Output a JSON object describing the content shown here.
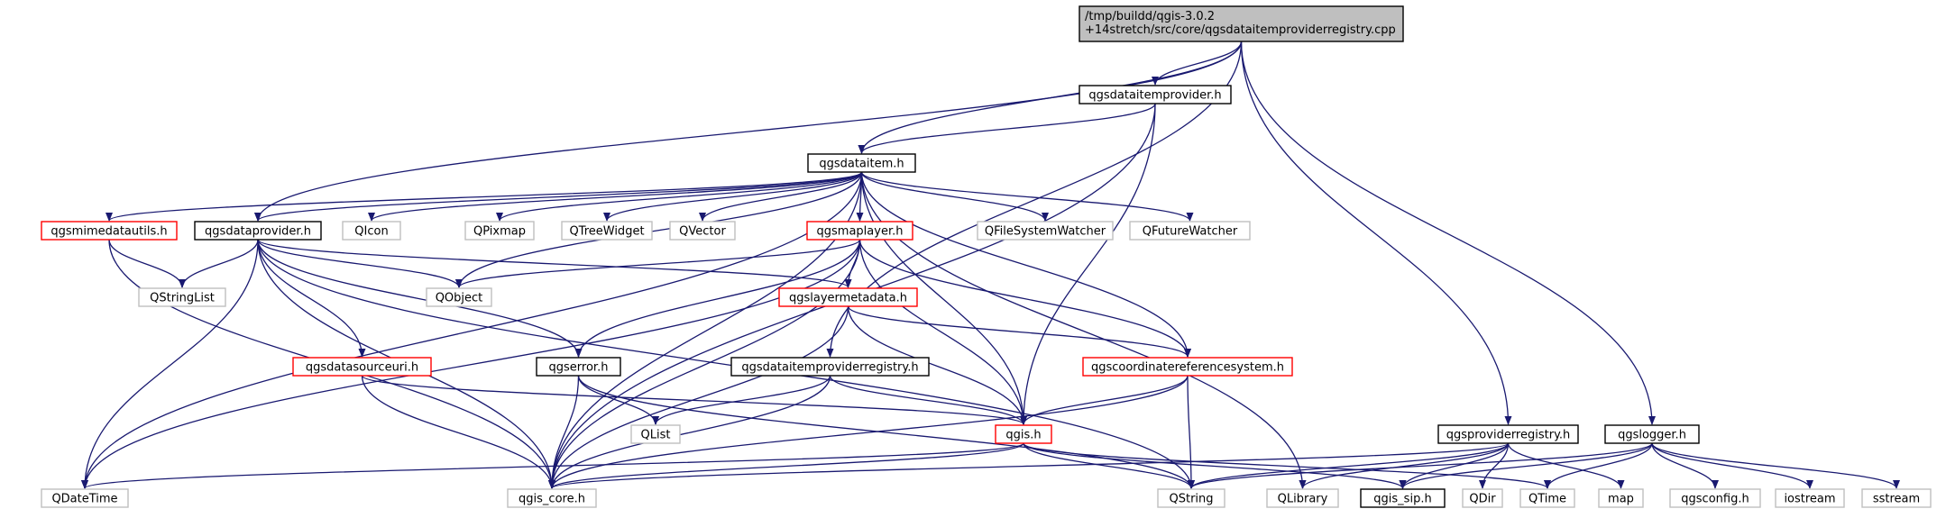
{
  "colors": {
    "edge": "#191970",
    "border_normal": "#000000",
    "border_red": "#ff0000",
    "border_gray": "#bfbfbf",
    "root_fill": "#bfbfbf",
    "node_fill": "#ffffff"
  },
  "nodes": [
    {
      "id": "root",
      "lines": [
        "/tmp/buildd/qgis-3.0.2",
        "+14stretch/src/core/qgsdataitemproviderregistry.cpp"
      ],
      "style": "root"
    },
    {
      "id": "qgsdataitemprovider_h",
      "lines": [
        "qgsdataitemprovider.h"
      ],
      "style": "normal"
    },
    {
      "id": "qgsdataitem_h",
      "lines": [
        "qgsdataitem.h"
      ],
      "style": "normal"
    },
    {
      "id": "qgsmimedatautils_h",
      "lines": [
        "qgsmimedatautils.h"
      ],
      "style": "red"
    },
    {
      "id": "qgsdataprovider_h",
      "lines": [
        "qgsdataprovider.h"
      ],
      "style": "normal"
    },
    {
      "id": "QIcon",
      "lines": [
        "QIcon"
      ],
      "style": "gray"
    },
    {
      "id": "QPixmap",
      "lines": [
        "QPixmap"
      ],
      "style": "gray"
    },
    {
      "id": "QTreeWidget",
      "lines": [
        "QTreeWidget"
      ],
      "style": "gray"
    },
    {
      "id": "QVector",
      "lines": [
        "QVector"
      ],
      "style": "gray"
    },
    {
      "id": "qgsmaplayer_h",
      "lines": [
        "qgsmaplayer.h"
      ],
      "style": "red"
    },
    {
      "id": "QFileSystemWatcher",
      "lines": [
        "QFileSystemWatcher"
      ],
      "style": "gray"
    },
    {
      "id": "QFutureWatcher",
      "lines": [
        "QFutureWatcher"
      ],
      "style": "gray"
    },
    {
      "id": "QStringList",
      "lines": [
        "QStringList"
      ],
      "style": "gray"
    },
    {
      "id": "QObject",
      "lines": [
        "QObject"
      ],
      "style": "gray"
    },
    {
      "id": "qgslayermetadata_h",
      "lines": [
        "qgslayermetadata.h"
      ],
      "style": "red"
    },
    {
      "id": "qgsdatasourceuri_h",
      "lines": [
        "qgsdatasourceuri.h"
      ],
      "style": "red"
    },
    {
      "id": "qgserror_h",
      "lines": [
        "qgserror.h"
      ],
      "style": "normal"
    },
    {
      "id": "qgsdataitemproviderregistry_h",
      "lines": [
        "qgsdataitemproviderregistry.h"
      ],
      "style": "normal"
    },
    {
      "id": "qgscoordinatereferencesystem_h",
      "lines": [
        "qgscoordinatereferencesystem.h"
      ],
      "style": "red"
    },
    {
      "id": "QList",
      "lines": [
        "QList"
      ],
      "style": "gray"
    },
    {
      "id": "qgis_h",
      "lines": [
        "qgis.h"
      ],
      "style": "red"
    },
    {
      "id": "qgsproviderregistry_h",
      "lines": [
        "qgsproviderregistry.h"
      ],
      "style": "normal"
    },
    {
      "id": "qgslogger_h",
      "lines": [
        "qgslogger.h"
      ],
      "style": "normal"
    },
    {
      "id": "QDateTime",
      "lines": [
        "QDateTime"
      ],
      "style": "gray"
    },
    {
      "id": "qgis_core_h",
      "lines": [
        "qgis_core.h"
      ],
      "style": "gray"
    },
    {
      "id": "QString",
      "lines": [
        "QString"
      ],
      "style": "gray"
    },
    {
      "id": "QLibrary",
      "lines": [
        "QLibrary"
      ],
      "style": "gray"
    },
    {
      "id": "qgis_sip_h",
      "lines": [
        "qgis_sip.h"
      ],
      "style": "normal"
    },
    {
      "id": "QDir",
      "lines": [
        "QDir"
      ],
      "style": "gray"
    },
    {
      "id": "QTime",
      "lines": [
        "QTime"
      ],
      "style": "gray"
    },
    {
      "id": "map",
      "lines": [
        "map"
      ],
      "style": "gray"
    },
    {
      "id": "qgsconfig_h",
      "lines": [
        "qgsconfig.h"
      ],
      "style": "gray"
    },
    {
      "id": "iostream",
      "lines": [
        "iostream"
      ],
      "style": "gray"
    },
    {
      "id": "sstream",
      "lines": [
        "sstream"
      ],
      "style": "gray"
    }
  ],
  "edges": [
    [
      "root",
      "qgsdataitemprovider_h"
    ],
    [
      "root",
      "qgsdataitem_h"
    ],
    [
      "root",
      "qgsdataprovider_h"
    ],
    [
      "root",
      "qgsdataitemproviderregistry_h"
    ],
    [
      "root",
      "qgsproviderregistry_h"
    ],
    [
      "root",
      "qgslogger_h"
    ],
    [
      "qgsdataitemprovider_h",
      "qgsdataitem_h"
    ],
    [
      "qgsdataitemprovider_h",
      "qgis_core_h"
    ],
    [
      "qgsdataitemprovider_h",
      "qgis_h"
    ],
    [
      "qgsdataitem_h",
      "qgsmimedatautils_h"
    ],
    [
      "qgsdataitem_h",
      "qgsdataprovider_h"
    ],
    [
      "qgsdataitem_h",
      "QIcon"
    ],
    [
      "qgsdataitem_h",
      "QPixmap"
    ],
    [
      "qgsdataitem_h",
      "QTreeWidget"
    ],
    [
      "qgsdataitem_h",
      "QVector"
    ],
    [
      "qgsdataitem_h",
      "qgsmaplayer_h"
    ],
    [
      "qgsdataitem_h",
      "QFileSystemWatcher"
    ],
    [
      "qgsdataitem_h",
      "QFutureWatcher"
    ],
    [
      "qgsdataitem_h",
      "QObject"
    ],
    [
      "qgsdataitem_h",
      "qgscoordinatereferencesystem_h"
    ],
    [
      "qgsdataitem_h",
      "qgis_h"
    ],
    [
      "qgsdataitem_h",
      "qgis_core_h"
    ],
    [
      "qgsdataitem_h",
      "QDateTime"
    ],
    [
      "qgsdataitem_h",
      "QLibrary"
    ],
    [
      "qgsmimedatautils_h",
      "QStringList"
    ],
    [
      "qgsmimedatautils_h",
      "qgis_core_h"
    ],
    [
      "qgsdataprovider_h",
      "QStringList"
    ],
    [
      "qgsdataprovider_h",
      "QObject"
    ],
    [
      "qgsdataprovider_h",
      "qgslayermetadata_h"
    ],
    [
      "qgsdataprovider_h",
      "qgsdatasourceuri_h"
    ],
    [
      "qgsdataprovider_h",
      "qgserror_h"
    ],
    [
      "qgsdataprovider_h",
      "QDateTime"
    ],
    [
      "qgsdataprovider_h",
      "qgis_core_h"
    ],
    [
      "qgsdataprovider_h",
      "QString"
    ],
    [
      "qgsmaplayer_h",
      "QObject"
    ],
    [
      "qgsmaplayer_h",
      "qgslayermetadata_h"
    ],
    [
      "qgsmaplayer_h",
      "qgserror_h"
    ],
    [
      "qgsmaplayer_h",
      "qgscoordinatereferencesystem_h"
    ],
    [
      "qgsmaplayer_h",
      "qgis_h"
    ],
    [
      "qgsmaplayer_h",
      "qgis_core_h"
    ],
    [
      "qgsmaplayer_h",
      "QDateTime"
    ],
    [
      "qgslayermetadata_h",
      "qgscoordinatereferencesystem_h"
    ],
    [
      "qgslayermetadata_h",
      "qgis_h"
    ],
    [
      "qgslayermetadata_h",
      "qgis_core_h"
    ],
    [
      "qgsdatasourceuri_h",
      "qgis_h"
    ],
    [
      "qgsdatasourceuri_h",
      "qgis_core_h"
    ],
    [
      "qgserror_h",
      "QList"
    ],
    [
      "qgserror_h",
      "qgis_core_h"
    ],
    [
      "qgserror_h",
      "QString"
    ],
    [
      "qgsdataitemproviderregistry_h",
      "QList"
    ],
    [
      "qgsdataitemproviderregistry_h",
      "qgis_h"
    ],
    [
      "qgsdataitemproviderregistry_h",
      "qgis_core_h"
    ],
    [
      "qgscoordinatereferencesystem_h",
      "qgis_h"
    ],
    [
      "qgscoordinatereferencesystem_h",
      "qgis_core_h"
    ],
    [
      "qgscoordinatereferencesystem_h",
      "QString"
    ],
    [
      "qgis_h",
      "QDateTime"
    ],
    [
      "qgis_h",
      "qgis_core_h"
    ],
    [
      "qgis_h",
      "QString"
    ],
    [
      "qgis_h",
      "qgis_sip_h"
    ],
    [
      "qgis_h",
      "QTime"
    ],
    [
      "qgsproviderregistry_h",
      "qgis_core_h"
    ],
    [
      "qgsproviderregistry_h",
      "QString"
    ],
    [
      "qgsproviderregistry_h",
      "QLibrary"
    ],
    [
      "qgsproviderregistry_h",
      "qgis_sip_h"
    ],
    [
      "qgsproviderregistry_h",
      "QDir"
    ],
    [
      "qgsproviderregistry_h",
      "map"
    ],
    [
      "qgslogger_h",
      "QString"
    ],
    [
      "qgslogger_h",
      "qgis_sip_h"
    ],
    [
      "qgslogger_h",
      "QTime"
    ],
    [
      "qgslogger_h",
      "qgsconfig_h"
    ],
    [
      "qgslogger_h",
      "iostream"
    ],
    [
      "qgslogger_h",
      "sstream"
    ]
  ]
}
